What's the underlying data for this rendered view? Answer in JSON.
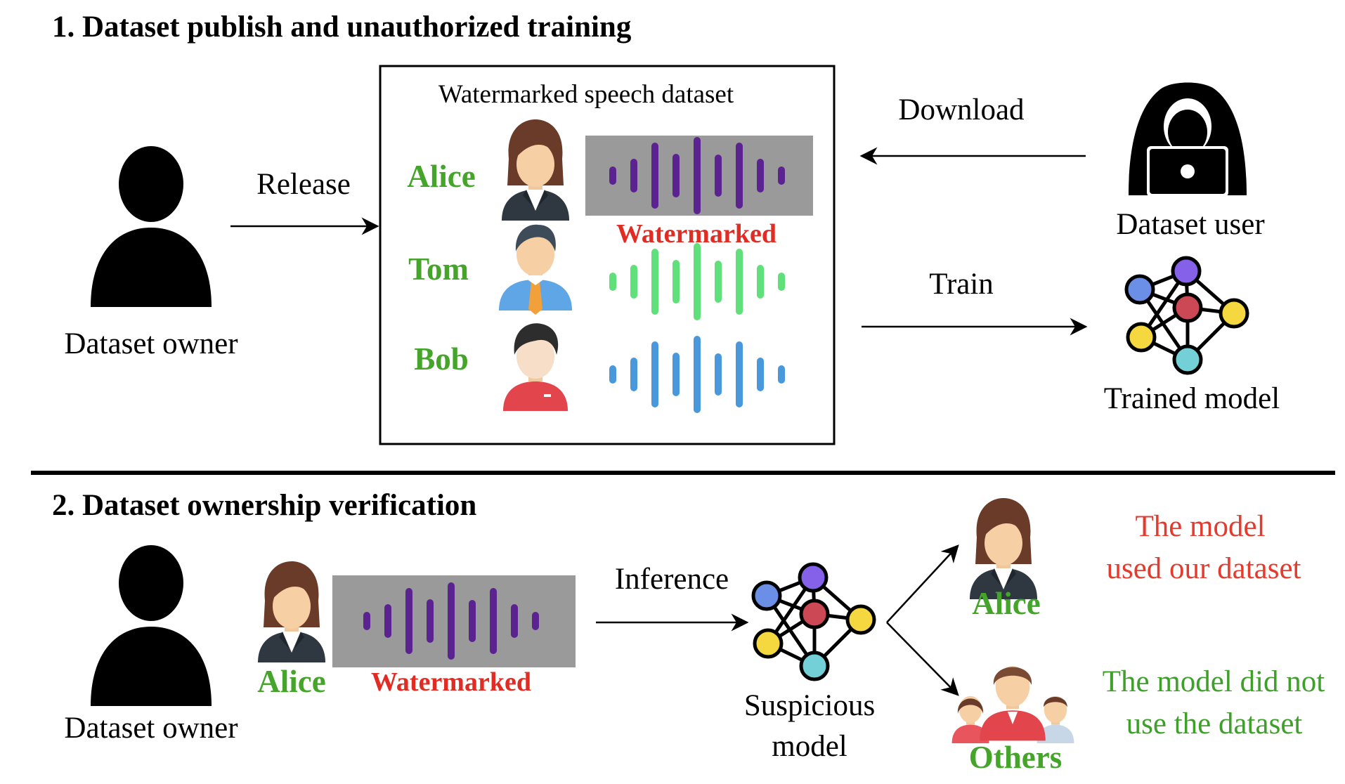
{
  "section1": {
    "title": "1. Dataset publish and unauthorized training",
    "owner_label": "Dataset owner",
    "release_label": "Release",
    "dataset_box_title": "Watermarked speech dataset",
    "speakers": [
      {
        "name": "Alice"
      },
      {
        "name": "Tom"
      },
      {
        "name": "Bob"
      }
    ],
    "watermark_label": "Watermarked",
    "download_label": "Download",
    "user_label": "Dataset user",
    "train_label": "Train",
    "model_label": "Trained model"
  },
  "section2": {
    "title": "2. Dataset ownership verification",
    "owner_label": "Dataset owner",
    "speaker_name": "Alice",
    "watermark_label": "Watermarked",
    "inference_label": "Inference",
    "model_label_line1": "Suspicious",
    "model_label_line2": "model",
    "outcome_alice_name": "Alice",
    "outcome_alice_line1": "The model",
    "outcome_alice_line2": "used our dataset",
    "outcome_others_name": "Others",
    "outcome_others_line1": "The model did not",
    "outcome_others_line2": "use the dataset"
  },
  "colors": {
    "name_green": "#44a52a",
    "watermark_red": "#e12c24",
    "verdict_red": "#e33b2e",
    "verdict_green": "#3f9f2b",
    "wave_purple": "#5b2390",
    "wave_green": "#5fe07a",
    "wave_blue": "#4a98dc",
    "watermark_bg": "#9a9a9a",
    "node_blue": "#6b8fe6",
    "node_purple": "#8461e8",
    "node_red": "#cb4854",
    "node_yellow": "#f5d840",
    "node_cyan": "#72d0d6"
  }
}
